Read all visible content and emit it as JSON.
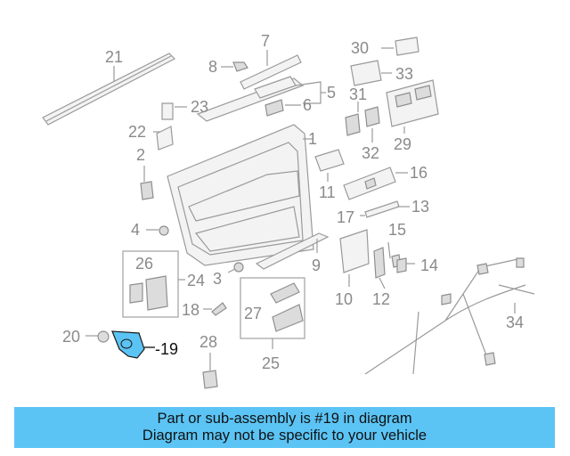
{
  "labels": {
    "p1": "1",
    "p2": "2",
    "p3": "3",
    "p4": "4",
    "p5": "5",
    "p6": "6",
    "p7": "7",
    "p8": "8",
    "p9": "9",
    "p10": "10",
    "p11": "11",
    "p12": "12",
    "p13": "13",
    "p14": "14",
    "p15": "15",
    "p16": "16",
    "p17": "17",
    "p18": "18",
    "p19": "-19",
    "p20": "20",
    "p21": "21",
    "p22": "22",
    "p23": "23",
    "p24": "24",
    "p25": "25",
    "p26": "26",
    "p27": "27",
    "p28": "28",
    "p29": "29",
    "p30": "30",
    "p31": "31",
    "p32": "32",
    "p33": "33",
    "p34": "34"
  },
  "highlight_color": "#5bc4f5",
  "banner": {
    "line1": "Part or sub-assembly is #19 in diagram",
    "line2": "Diagram may not be specific to your vehicle"
  }
}
